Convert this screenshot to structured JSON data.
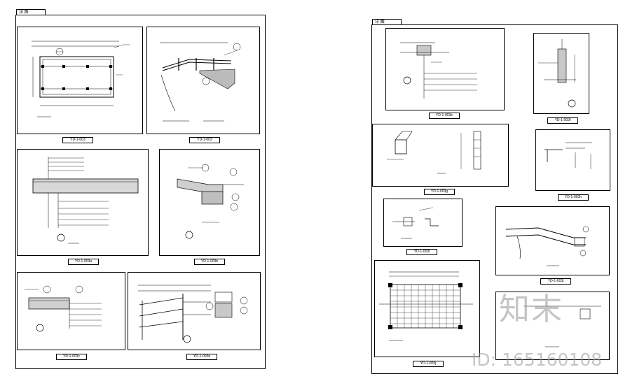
{
  "sheets": [
    {
      "tab": "详 图",
      "captions": [
        "YD-1-003",
        "YD-1-003",
        "YD-1-003a",
        "YD-1-003b",
        "YD-1-003c",
        "YD-1-003d"
      ]
    },
    {
      "tab": "详 图",
      "captions": [
        "YD-1-003e",
        "YD-1-003f",
        "YD-1-003g",
        "YD-1-003h",
        "YD-1-003i",
        "YD-1-003j"
      ]
    }
  ],
  "watermark": {
    "logo_text": "知末",
    "id_text": "ID: 165160108"
  },
  "colors": {
    "line": "#000000",
    "watermark": "#969696",
    "background": "#ffffff"
  }
}
